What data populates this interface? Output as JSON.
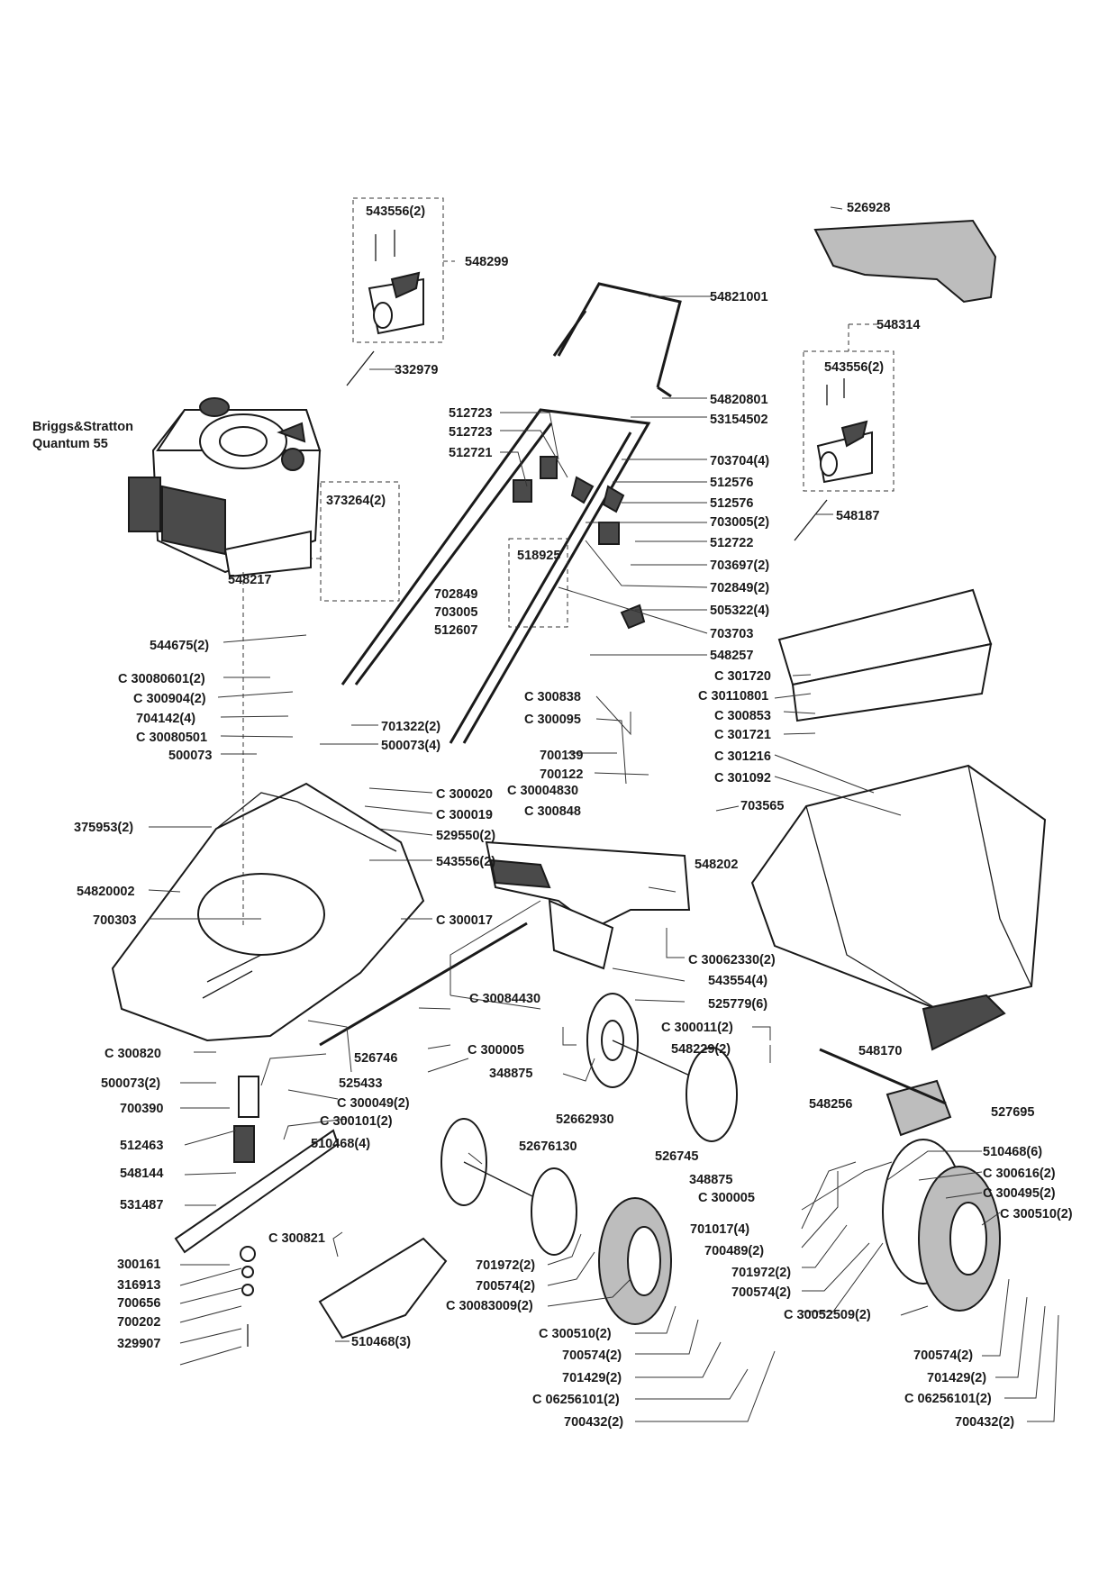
{
  "engine": {
    "name_line1": "Briggs&Stratton",
    "name_line2": "Quantum 55"
  },
  "labels": {
    "p543556_top": "543556(2)",
    "p548299": "548299",
    "p332979": "332979",
    "p526928": "526928",
    "p54821001": "54821001",
    "p548314": "548314",
    "p543556_right": "543556(2)",
    "p54820801": "54820801",
    "p53154502": "53154502",
    "p512723a": "512723",
    "p512723b": "512723",
    "p512721": "512721",
    "p703704": "703704(4)",
    "p512576a": "512576",
    "p512576b": "512576",
    "p703005_2": "703005(2)",
    "p512722": "512722",
    "p703697": "703697(2)",
    "p702849_2": "702849(2)",
    "p505322": "505322(4)",
    "p703703": "703703",
    "p548257": "548257",
    "p548187": "548187",
    "p373264": "373264(2)",
    "p548217": "548217",
    "p518925": "518925",
    "p702849": "702849",
    "p703005": "703005",
    "p512607": "512607",
    "p544675": "544675(2)",
    "pC30080601": "C 30080601(2)",
    "pC300904": "C 300904(2)",
    "p704142": "704142(4)",
    "pC30080501": "C 30080501",
    "p500073": "500073",
    "p701322": "701322(2)",
    "p500073_4": "500073(4)",
    "pC301720": "C 301720",
    "pC30110801": "C 30110801",
    "pC300853": "C 300853",
    "pC301721": "C 301721",
    "pC301216": "C 301216",
    "pC301092": "C 301092",
    "pC300838": "C 300838",
    "pC300095": "C 300095",
    "p700139": "700139",
    "p700122": "700122",
    "pC300020": "C 300020",
    "pC300019": "C 300019",
    "pC30004830": "C 30004830",
    "pC300848": "C 300848",
    "p703565": "703565",
    "p375953": "375953(2)",
    "p529550": "529550(2)",
    "p543556_mid": "543556(2)",
    "p548202": "548202",
    "p54820002": "54820002",
    "p700303": "700303",
    "pC300017": "C 300017",
    "pC30062330": "C 30062330(2)",
    "p543554": "543554(4)",
    "pC30084430": "C 30084430",
    "p525779": "525779(6)",
    "pC300011": "C 300011(2)",
    "pC300005a": "C 300005",
    "p548229": "548229(2)",
    "p548170": "548170",
    "pC300820": "C 300820",
    "p526746": "526746",
    "p348875a": "348875",
    "p525433": "525433",
    "p500073_2": "500073(2)",
    "pC300049": "C 300049(2)",
    "p700390": "700390",
    "pC300101": "C 300101(2)",
    "p52662930": "52662930",
    "p548256": "548256",
    "p527695": "527695",
    "p510468_4": "510468(4)",
    "p512463": "512463",
    "p52676130": "52676130",
    "p510468_6": "510468(6)",
    "pC300616": "C 300616(2)",
    "p548144": "548144",
    "p526745": "526745",
    "pC300495": "C 300495(2)",
    "p348875b": "348875",
    "pC300005b": "C 300005",
    "p531487": "531487",
    "pC300510_r": "C 300510(2)",
    "p701017": "701017(4)",
    "pC300821": "C 300821",
    "p700489": "700489(2)",
    "p300161": "300161",
    "p701972_l": "701972(2)",
    "p701972_r": "701972(2)",
    "p316913": "316913",
    "p700574_l": "700574(2)",
    "p700574_r": "700574(2)",
    "p700656": "700656",
    "pC30083009": "C 30083009(2)",
    "pC30052509": "C 30052509(2)",
    "p700202": "700202",
    "p329907": "329907",
    "p510468_3": "510468(3)",
    "pC300510_b": "C 300510(2)",
    "p700574_b": "700574(2)",
    "p700574_br": "700574(2)",
    "p701429_b": "701429(2)",
    "p701429_br": "701429(2)",
    "pC06256101_b": "C 06256101(2)",
    "pC06256101_br": "C 06256101(2)",
    "p700432_b": "700432(2)",
    "p700432_br": "700432(2)"
  }
}
